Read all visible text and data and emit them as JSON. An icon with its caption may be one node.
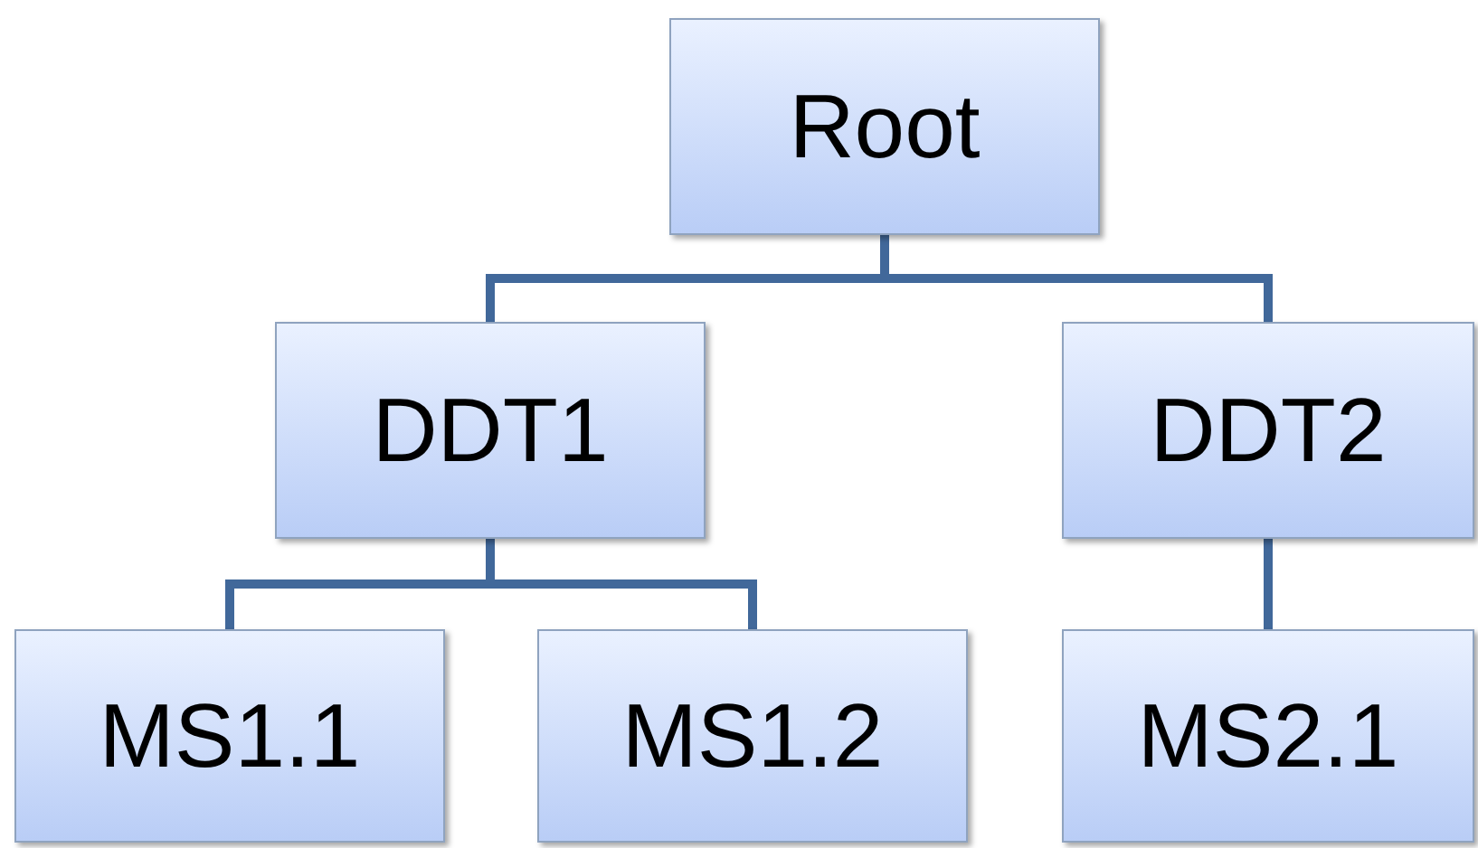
{
  "diagram": {
    "nodes": [
      {
        "text": [
          "Root"
        ]
      },
      {
        "text": [
          "DDT1"
        ]
      },
      {
        "text": [
          "DDT2"
        ]
      },
      {
        "text": [
          "MS1.1"
        ]
      },
      {
        "text": [
          "MS1.2"
        ]
      },
      {
        "text": [
          "MS2.1"
        ]
      }
    ],
    "edges": [
      {
        "from": 0,
        "to": 1,
        "arrow": "none"
      },
      {
        "from": 0,
        "to": 2,
        "arrow": "none"
      },
      {
        "from": 1,
        "to": 3,
        "arrow": "none"
      },
      {
        "from": 1,
        "to": 4,
        "arrow": "none"
      },
      {
        "from": 2,
        "to": 5,
        "arrow": "none"
      }
    ]
  }
}
